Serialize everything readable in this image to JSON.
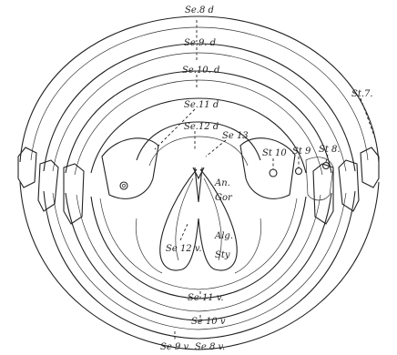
{
  "labels": {
    "se8d": "Se.8 d",
    "se9d": "Se.9. d",
    "se10d": "Se.10. d",
    "se11d": "Se.11 d",
    "se12d": "Se.12 d",
    "se13": "Se 13",
    "st7": "St.7.",
    "st10": "St 10",
    "st9": "St 9",
    "st8": "St 8.",
    "an": "An.",
    "gor": "Gor",
    "alg": "Alg.",
    "sty": "Sty",
    "se12v": "Se 12 v.",
    "se11v": "Se 11 v.",
    "se10v": "Se 10 v",
    "se9v": "Se 9 v.",
    "se8v": "Se 8 v."
  }
}
